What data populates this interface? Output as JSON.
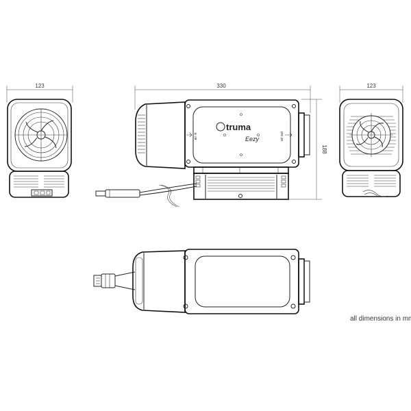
{
  "dimensions": {
    "width_front": "123",
    "length": "330",
    "width_rear": "123",
    "height": "188"
  },
  "labels": {
    "brand": "truma",
    "model": "Eezy",
    "air_in": "air in",
    "air_out": "air out"
  },
  "note": "all dimensions in mm",
  "colors": {
    "line": "#222222",
    "background": "#ffffff"
  }
}
